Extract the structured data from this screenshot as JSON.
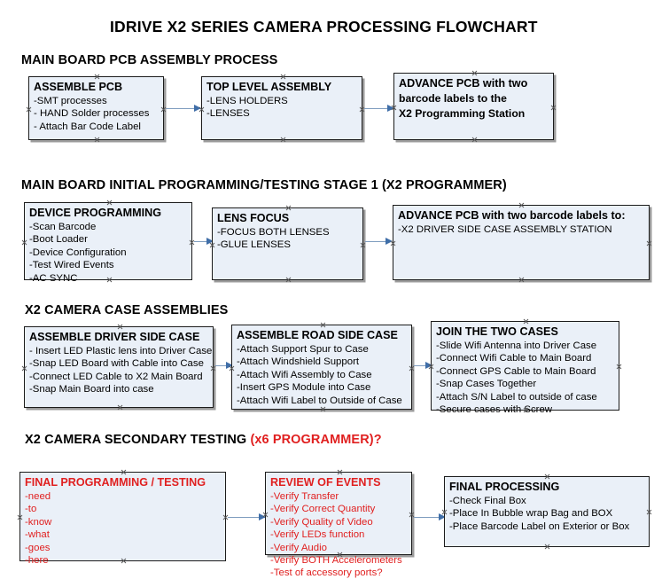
{
  "document": {
    "title": "IDRIVE X2  SERIES CAMERA PROCESSING FLOWCHART"
  },
  "sections": [
    {
      "id": "main-board-pcb-assembly-process",
      "title": "MAIN BOARD PCB ASSEMBLY PROCESS",
      "title_red": ""
    },
    {
      "id": "main-board-initial-programming",
      "title": "MAIN BOARD INITIAL PROGRAMMING/TESTING STAGE 1 (X2 PROGRAMMER)",
      "title_red": ""
    },
    {
      "id": "x2-camera-case-assemblies",
      "title": "X2 CAMERA CASE ASSEMBLIES",
      "title_red": ""
    },
    {
      "id": "x2-camera-secondary-testing",
      "title": "X2 CAMERA SECONDARY TESTING ",
      "title_red": "(x6 PROGRAMMER)?"
    }
  ],
  "boxes": {
    "assemble_pcb": {
      "header": "ASSEMBLE PCB",
      "items": [
        " -SMT processes",
        "- HAND Solder processes",
        "- Attach Bar Code Label"
      ]
    },
    "top_level_assembly": {
      "header": "TOP LEVEL ASSEMBLY",
      "items": [
        "-LENS HOLDERS",
        "-LENSES"
      ]
    },
    "advance_pcb_programming_station": {
      "header": "ADVANCE PCB with two",
      "items": [
        "barcode labels to the",
        " X2 Programming Station"
      ]
    },
    "device_programming": {
      "header": "DEVICE PROGRAMMING",
      "items": [
        "-Scan Barcode",
        "-Boot Loader",
        "-Device Configuration",
        "-Test Wired Events",
        "-AC SYNC"
      ]
    },
    "lens_focus": {
      "header": "LENS FOCUS",
      "items": [
        "-FOCUS BOTH LENSES",
        "-GLUE LENSES"
      ]
    },
    "advance_pcb_driver_side": {
      "header": "ADVANCE PCB with two barcode labels to:",
      "items": [
        "-X2 DRIVER  SIDE  CASE  ASSEMBLY STATION"
      ]
    },
    "assemble_driver_side_case": {
      "header": "ASSEMBLE DRIVER SIDE CASE",
      "items": [
        "- Insert LED Plastic lens into Driver Case",
        "-Snap LED Board with Cable into Case",
        "-Connect LED Cable to X2 Main Board",
        "-Snap Main Board into case"
      ]
    },
    "assemble_road_side_case": {
      "header": "ASSEMBLE ROAD SIDE CASE",
      "items": [
        "-Attach Support Spur to Case",
        "-Attach Windshield Support",
        "-Attach Wifi Assembly to Case",
        "-Insert GPS Module into Case",
        "-Attach Wifi Label to Outside of Case"
      ]
    },
    "join_the_two_cases": {
      "header": "JOIN THE TWO CASES",
      "items": [
        "-Slide Wifi Antenna into Driver Case",
        "-Connect Wifi Cable to Main Board",
        "-Connect GPS Cable to Main Board",
        "-Snap Cases Together",
        "-Attach S/N Label to outside of case",
        "-Secure cases with Screw"
      ]
    },
    "final_programming_testing": {
      "header": "FINAL PROGRAMMING / TESTING",
      "items": [
        "-need",
        "-to",
        "-know",
        "-what",
        "-goes",
        "-here"
      ]
    },
    "review_of_events": {
      "header": "REVIEW OF EVENTS",
      "items": [
        "-Verify Transfer",
        "-Verify Correct Quantity",
        "-Verify Quality of Video",
        "-Verify LEDs function",
        "-Verify Audio",
        "-Verify BOTH Accelerometers",
        "-Test of accessory ports?"
      ]
    },
    "final_processing": {
      "header": "FINAL PROCESSING",
      "items": [
        " -Check Final Box",
        "-Place In Bubble wrap Bag and BOX",
        "-Place Barcode Label on Exterior or Box"
      ]
    }
  },
  "colors": {
    "box_fill": "#eaf0f8",
    "box_border": "#1b1b1b",
    "shadow": "#9b9b9b",
    "connector": "#7f9dbf",
    "arrow_head": "#3f6ea8",
    "red_text": "#e02020"
  }
}
